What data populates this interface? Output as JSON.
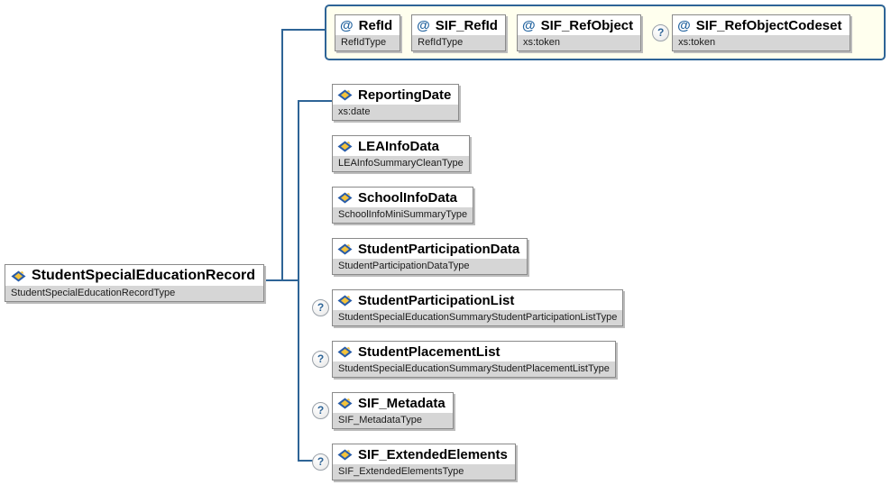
{
  "diagram": {
    "attribute_marker": "@",
    "optional_marker": "?",
    "root": {
      "name": "StudentSpecialEducationRecord",
      "type": "StudentSpecialEducationRecordType"
    },
    "attribute_group": {
      "attributes": [
        {
          "name": "RefId",
          "type": "RefIdType",
          "optional": false
        },
        {
          "name": "SIF_RefId",
          "type": "RefIdType",
          "optional": false
        },
        {
          "name": "SIF_RefObject",
          "type": "xs:token",
          "optional": false
        },
        {
          "name": "SIF_RefObjectCodeset",
          "type": "xs:token",
          "optional": true
        }
      ]
    },
    "children": [
      {
        "name": "ReportingDate",
        "type": "xs:date",
        "optional": false
      },
      {
        "name": "LEAInfoData",
        "type": "LEAInfoSummaryCleanType",
        "optional": false
      },
      {
        "name": "SchoolInfoData",
        "type": "SchoolInfoMiniSummaryType",
        "optional": false
      },
      {
        "name": "StudentParticipationData",
        "type": "StudentParticipationDataType",
        "optional": false
      },
      {
        "name": "StudentParticipationList",
        "type": "StudentSpecialEducationSummaryStudentParticipationListType",
        "optional": true
      },
      {
        "name": "StudentPlacementList",
        "type": "StudentSpecialEducationSummaryStudentPlacementListType",
        "optional": true
      },
      {
        "name": "SIF_Metadata",
        "type": "SIF_MetadataType",
        "optional": true
      },
      {
        "name": "SIF_ExtendedElements",
        "type": "SIF_ExtendedElementsType",
        "optional": true
      }
    ],
    "colors": {
      "connector": "#2e6496",
      "container_bg": "#ffffee",
      "type_band_bg": "#d6d6d6",
      "marker_blue": "#2565a0",
      "icon_blue": "#2a5da8",
      "icon_yellow": "#f4c33b"
    }
  }
}
